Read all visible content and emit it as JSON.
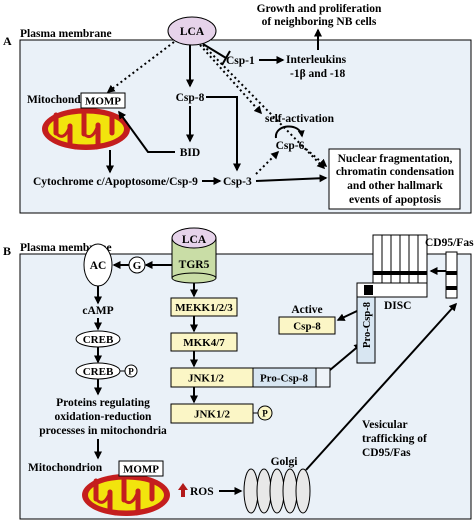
{
  "panel_a": {
    "letter": "A",
    "membrane": "Plasma membrane",
    "lca": "LCA",
    "growth_line1": "Growth and proliferation",
    "growth_line2": "of neighboring NB cells",
    "csp1": "Csp-1",
    "interleukins_line1": "Interleukins",
    "interleukins_line2": "-1β and -18",
    "mitochondrion": "Mitochondrion",
    "momp": "MOMP",
    "csp8": "Csp-8",
    "self_activation": "self-activation",
    "bid": "BID",
    "csp6": "Csp-6",
    "cyto": "Cytochrome c/Apoptosome/Csp-9",
    "csp3": "Csp-3",
    "nuclear_line1": "Nuclear fragmentation,",
    "nuclear_line2": "chromatin condensation",
    "nuclear_line3": "and other hallmark",
    "nuclear_line4": "events of apoptosis"
  },
  "panel_b": {
    "letter": "B",
    "membrane": "Plasma membrane",
    "lca": "LCA",
    "tgr5": "TGR5",
    "ac": "AC",
    "g": "G",
    "camp": "cAMP",
    "creb1": "CREB",
    "creb2": "CREB",
    "p1": "P",
    "prot_line1": "Proteins regulating",
    "prot_line2": "oxidation-reduction",
    "prot_line3": "processes in mitochondria",
    "mitochondrion": "Mitochondrion",
    "momp": "MOMP",
    "ros": "ROS",
    "golgi": "Golgi",
    "mekk": "MEKK1/2/3",
    "mkk": "MKK4/7",
    "jnk1": "JNK1/2",
    "jnk2": "JNK1/2",
    "p2": "P",
    "procsp8": "Pro-Csp-8",
    "active": "Active",
    "active_csp8": "Csp-8",
    "procsp8_vert": "Pro-Csp-8",
    "disc": "DISC",
    "cd95": "CD95/Fas",
    "vesicular_line1": "Vesicular",
    "vesicular_line2": "trafficking of",
    "vesicular_line3": "CD95/Fas"
  },
  "colors": {
    "panel_bg": "#eaf1f8",
    "lca_fill": "#e6d3ea",
    "tgr5_fill": "#c9dda6",
    "kinase_fill": "#fbf6c6",
    "procsp8_fill": "#d8e6f2",
    "mito_outer": "#c41e1e",
    "mito_inner": "#f2e40d",
    "ros_arrow": "#b21a1a"
  }
}
